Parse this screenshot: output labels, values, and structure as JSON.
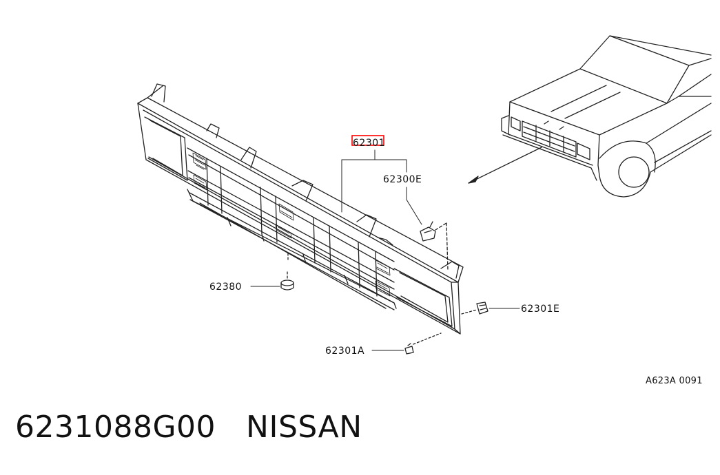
{
  "diagram": {
    "callouts": {
      "main_grille": "62301",
      "grille_clip": "62300E",
      "grommet": "62380",
      "side_clip": "62301E",
      "screw": "62301A"
    },
    "reference_code": "A623A 0091",
    "highlight_color": "#ff0000",
    "line_color": "#222222"
  },
  "caption": {
    "part_number": "6231088G00",
    "brand": "NISSAN"
  }
}
